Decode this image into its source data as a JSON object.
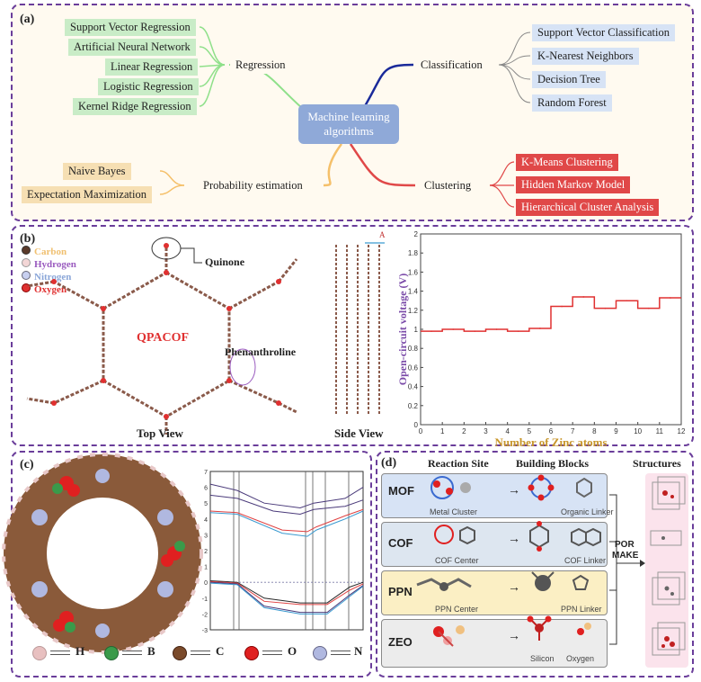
{
  "panel_a": {
    "label": "(a)",
    "center": "Machine learning algorithms",
    "center_lines": [
      "Machine learning",
      "algorithms"
    ],
    "branches": {
      "regression": "Regression",
      "classification": "Classification",
      "probability": "Probability estimation",
      "clustering": "Clustering"
    },
    "regression_items": [
      "Support Vector Regression",
      "Artificial Neural Network",
      "Linear Regression",
      "Logistic Regression",
      "Kernel Ridge Regression"
    ],
    "classification_items": [
      "Support Vector Classification",
      "K-Nearest Neighbors",
      "Decision Tree",
      "Random Forest"
    ],
    "probability_items": [
      "Naive Bayes",
      "Expectation Maximization"
    ],
    "clustering_items": [
      "K-Means Clustering",
      "Hidden Markov Model",
      "Hierarchical Cluster Analysis"
    ],
    "colors": {
      "regression": "#8fe08a",
      "classification": "#1a2a9a",
      "probability": "#f5c06a",
      "clustering": "#e04848"
    }
  },
  "panel_b": {
    "label": "(b)",
    "legend": [
      {
        "name": "Carbon",
        "color": "#f0c070"
      },
      {
        "name": "Hydrogen",
        "color": "#9a5bbf"
      },
      {
        "name": "Nitrogen",
        "color": "#8aa6d8"
      },
      {
        "name": "Oxygen",
        "color": "#e03030"
      }
    ],
    "qpacof": "QPACOF",
    "quinone": "Quinone",
    "phenanthroline": "Phenanthroline",
    "top_view": "Top View",
    "side_view": "Side View",
    "side_marker": "A"
  },
  "chart_data": {
    "type": "line",
    "xlabel": "Number of Zinc atoms",
    "ylabel": "Open-circuit voltage (V)",
    "xlim": [
      0,
      12
    ],
    "ylim": [
      0,
      2.0
    ],
    "xticks": [
      0,
      1,
      2,
      3,
      4,
      5,
      6,
      7,
      8,
      9,
      10,
      11,
      12
    ],
    "yticks": [
      0,
      0.2,
      0.4,
      0.6,
      0.8,
      1.0,
      1.2,
      1.4,
      1.6,
      1.8,
      2.0
    ],
    "ytick_labels": [
      "0",
      "0.2",
      "0.4",
      "0.6",
      "0.8",
      "1",
      "1.2",
      "1.4",
      "1.6",
      "1.8",
      "2"
    ],
    "steps": [
      {
        "x0": 0,
        "x1": 1,
        "y": 0.98
      },
      {
        "x0": 1,
        "x1": 2,
        "y": 1.0
      },
      {
        "x0": 2,
        "x1": 3,
        "y": 0.98
      },
      {
        "x0": 3,
        "x1": 4,
        "y": 1.0
      },
      {
        "x0": 4,
        "x1": 5,
        "y": 0.98
      },
      {
        "x0": 5,
        "x1": 6,
        "y": 1.01
      },
      {
        "x0": 6,
        "x1": 7,
        "y": 1.24
      },
      {
        "x0": 7,
        "x1": 8,
        "y": 1.34
      },
      {
        "x0": 8,
        "x1": 9,
        "y": 1.22
      },
      {
        "x0": 9,
        "x1": 10,
        "y": 1.3
      },
      {
        "x0": 10,
        "x1": 11,
        "y": 1.22
      },
      {
        "x0": 11,
        "x1": 12,
        "y": 1.33
      }
    ],
    "line_color": "#e03030"
  },
  "panel_c": {
    "label": "(c)",
    "legend": [
      {
        "name": "H",
        "color": "#e8c0c0"
      },
      {
        "name": "B",
        "color": "#3a9a4a"
      },
      {
        "name": "C",
        "color": "#7a4a2a"
      },
      {
        "name": "O",
        "color": "#e02020"
      },
      {
        "name": "N",
        "color": "#b0b8e0"
      }
    ],
    "band_ylim": [
      -3,
      7
    ],
    "band_ytick_labels": [
      "7",
      "6",
      "5",
      "4",
      "3",
      "2",
      "1",
      "0",
      "-1",
      "-2",
      "-3"
    ],
    "band_colors": [
      "#4a3a7a",
      "#e04040",
      "#3a9ad0",
      "#2a2a2a"
    ]
  },
  "panel_d": {
    "label": "(d)",
    "headers": {
      "site": "Reaction Site",
      "blocks": "Building Blocks",
      "structures": "Structures"
    },
    "rows": [
      {
        "name": "MOF",
        "site": "Metal Cluster",
        "linker": "Organic Linker",
        "color": "#d7e3f5"
      },
      {
        "name": "COF",
        "site": "COF Center",
        "linker": "COF Linker",
        "color": "#dde6f0"
      },
      {
        "name": "PPN",
        "site": "PPN Center",
        "linker": "PPN Linker",
        "color": "#fbefc4"
      },
      {
        "name": "ZEO",
        "site": "Silicon",
        "linker": "Oxygen",
        "color": "#ececec"
      }
    ],
    "por_make": [
      "POR",
      "MAKE"
    ],
    "arrow": "→"
  }
}
